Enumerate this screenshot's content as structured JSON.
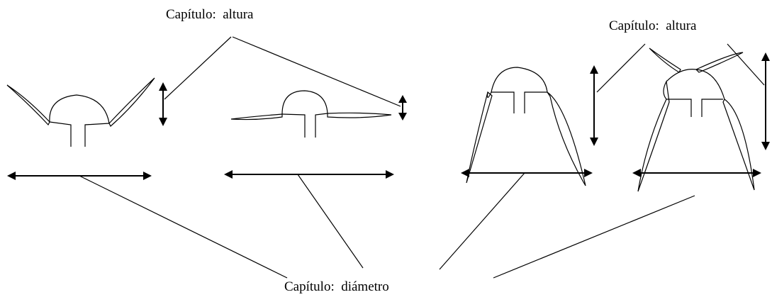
{
  "labels": {
    "height_left": "Capítulo:  altura",
    "height_right": "Capítulo:  altura",
    "diameter": "Capítulo:  diámetro"
  },
  "figures": [
    {
      "name": "capitulum-1"
    },
    {
      "name": "capitulum-2"
    },
    {
      "name": "capitulum-3"
    },
    {
      "name": "capitulum-4"
    }
  ]
}
